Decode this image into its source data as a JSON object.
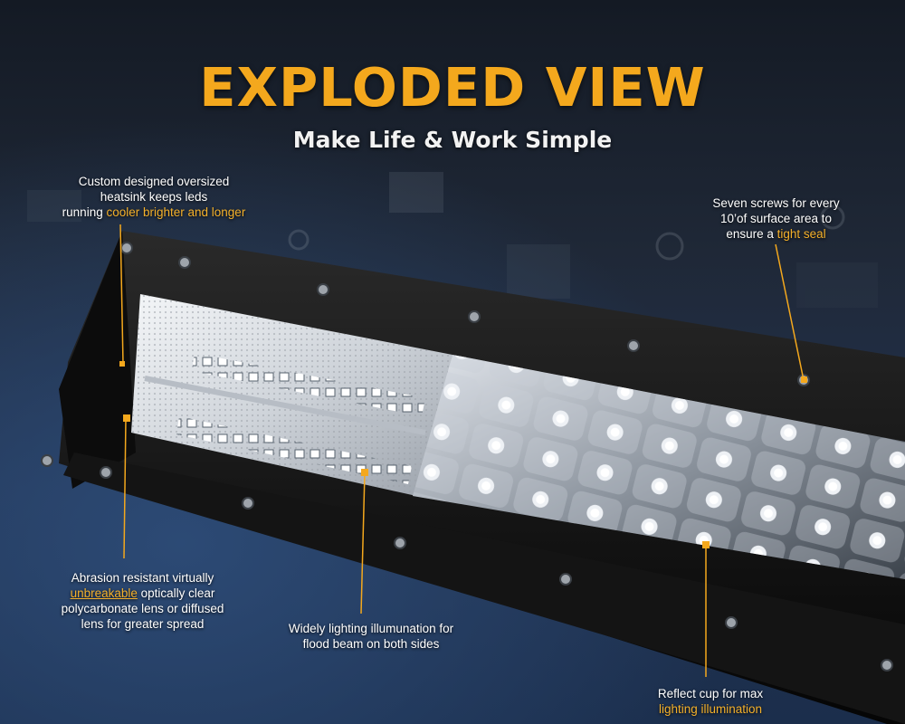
{
  "header": {
    "title": "EXPLODED VIEW",
    "subtitle": "Make Life & Work Simple"
  },
  "colors": {
    "accent": "#f4a81d",
    "background": "#1f2a3c",
    "housing": "#121212",
    "text": "#ffffff"
  },
  "callouts": {
    "heatsink": {
      "line1": "Custom designed oversized",
      "line2": "heatsink keeps leds",
      "line3_text": "running ",
      "line3_highlight": "cooler brighter and longer"
    },
    "screws": {
      "line1": "Seven screws for every",
      "line2": "10’of surface area to",
      "line3_text": "ensure a ",
      "line3_highlight": "tight seal"
    },
    "lens": {
      "line1": "Abrasion resistant virtually",
      "line2_highlight": "unbreakable",
      "line2_text": " optically clear",
      "line3": "polycarbonate lens or diffused",
      "line4": "lens for greater spread"
    },
    "flood": {
      "line1": "Widely lighting illumunation for",
      "line2": "flood beam on both sides"
    },
    "reflect": {
      "line1": "Reflect cup for max",
      "line2_highlight": "lighting illumination"
    }
  }
}
